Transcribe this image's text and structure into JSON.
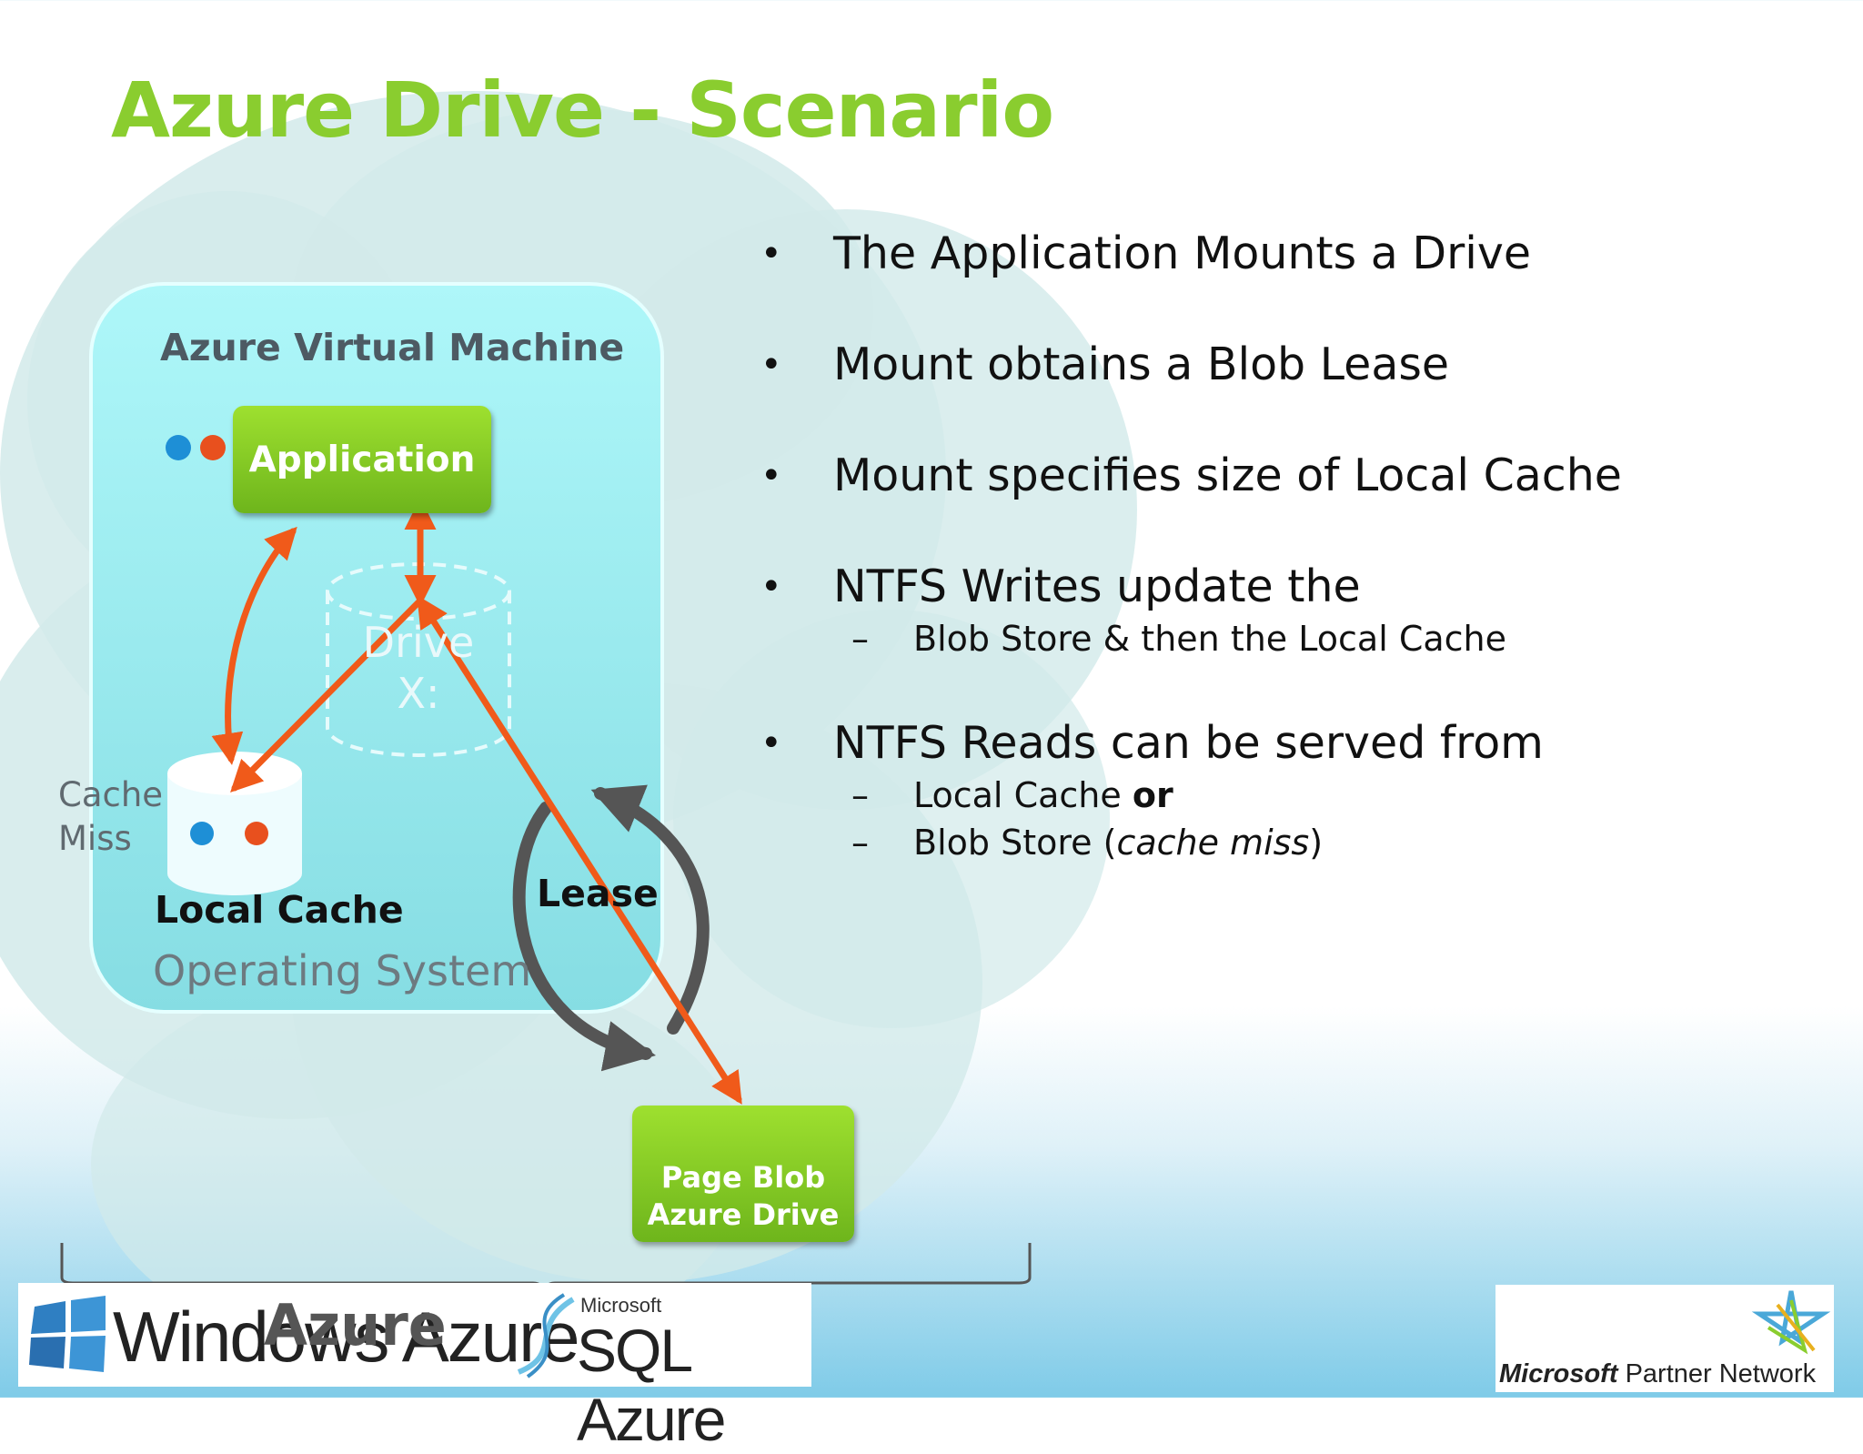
{
  "slide": {
    "title": "Azure Drive - Scenario"
  },
  "bullets": [
    {
      "text": "The Application Mounts a Drive",
      "subs": []
    },
    {
      "text": "Mount obtains a Blob Lease",
      "subs": []
    },
    {
      "text": "Mount specifies size of Local Cache",
      "subs": []
    },
    {
      "text": "NTFS Writes update the",
      "subs": [
        "Blob Store & then the Local Cache"
      ]
    },
    {
      "text": "NTFS Reads can be served from",
      "subs": [
        "Local Cache",
        "Blob Store"
      ]
    }
  ],
  "bullet_marker": "•",
  "sub_marker": "–",
  "sub_emphasis": {
    "or": "or",
    "cache_miss_open": "(",
    "cache_miss": "cache miss",
    "cache_miss_close": ")"
  },
  "diagram": {
    "vm_label": "Azure Virtual Machine",
    "application": "Application",
    "drive_line1": "Drive",
    "drive_line2": "X:",
    "cache_miss_line1": "Cache",
    "cache_miss_line2": "Miss",
    "local_cache": "Local Cache",
    "os": "Operating System",
    "lease": "Lease",
    "page_blob_line1": "Page Blob",
    "page_blob_line2": "Azure Drive",
    "azure_label": "Azure",
    "colors": {
      "title_green": "#8acd2f",
      "arrow_orange": "#f05a1a",
      "dot_blue": "#1e8fd6",
      "dot_red": "#e8501e",
      "vm_cyan": "#a6f1f5",
      "box_green": "#78c020"
    }
  },
  "footer": {
    "windows_azure": "Windows Azure",
    "microsoft_small": "Microsoft",
    "sql_azure": "SQL Azure",
    "mpn_ms": "Microsoft",
    "mpn_rest": "Partner Network"
  }
}
